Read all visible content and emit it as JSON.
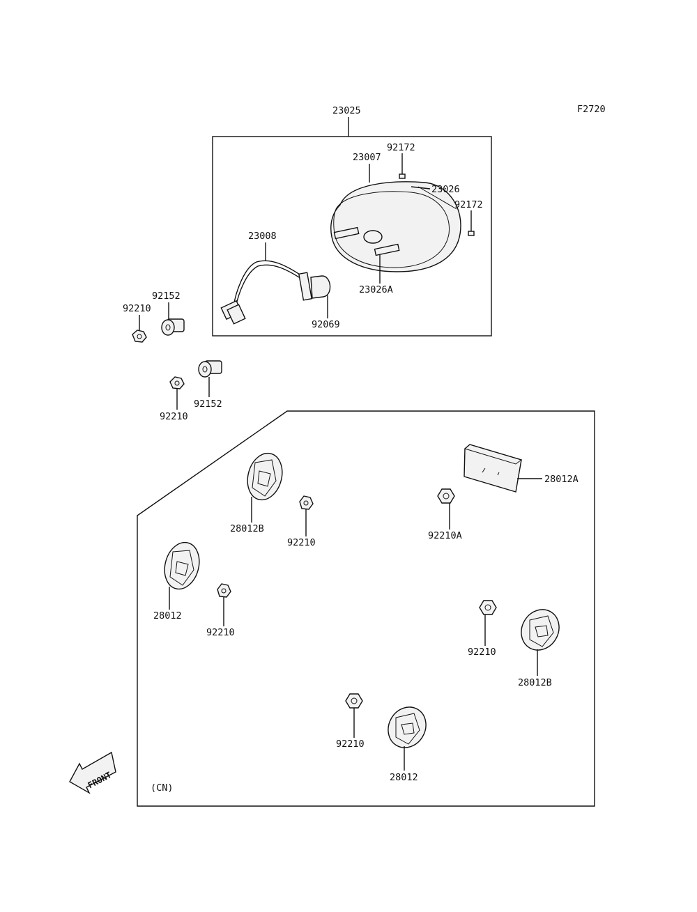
{
  "figure_code": "F2720",
  "region_note": "(CN)",
  "front_arrow_label": "FRONT",
  "labels": {
    "assy": "23025",
    "housing": "23007",
    "screw_top": "92172",
    "rim": "23026",
    "screw_right": "92172",
    "socket": "23008",
    "stud": "23026A",
    "bulb": "92069",
    "collar_upper": "92152",
    "nut_upper": "92210",
    "collar_lower": "92152",
    "nut_lower": "92210",
    "reflector_rear_r": "28012B",
    "nut_r1": "92210",
    "reflector_plate": "28012A",
    "nut_plate": "92210A",
    "reflector_rear_l": "28012",
    "nut_l1": "92210",
    "nut_r2": "92210",
    "reflector_side_r": "28012B",
    "nut_l2": "92210",
    "reflector_side_l": "28012"
  }
}
